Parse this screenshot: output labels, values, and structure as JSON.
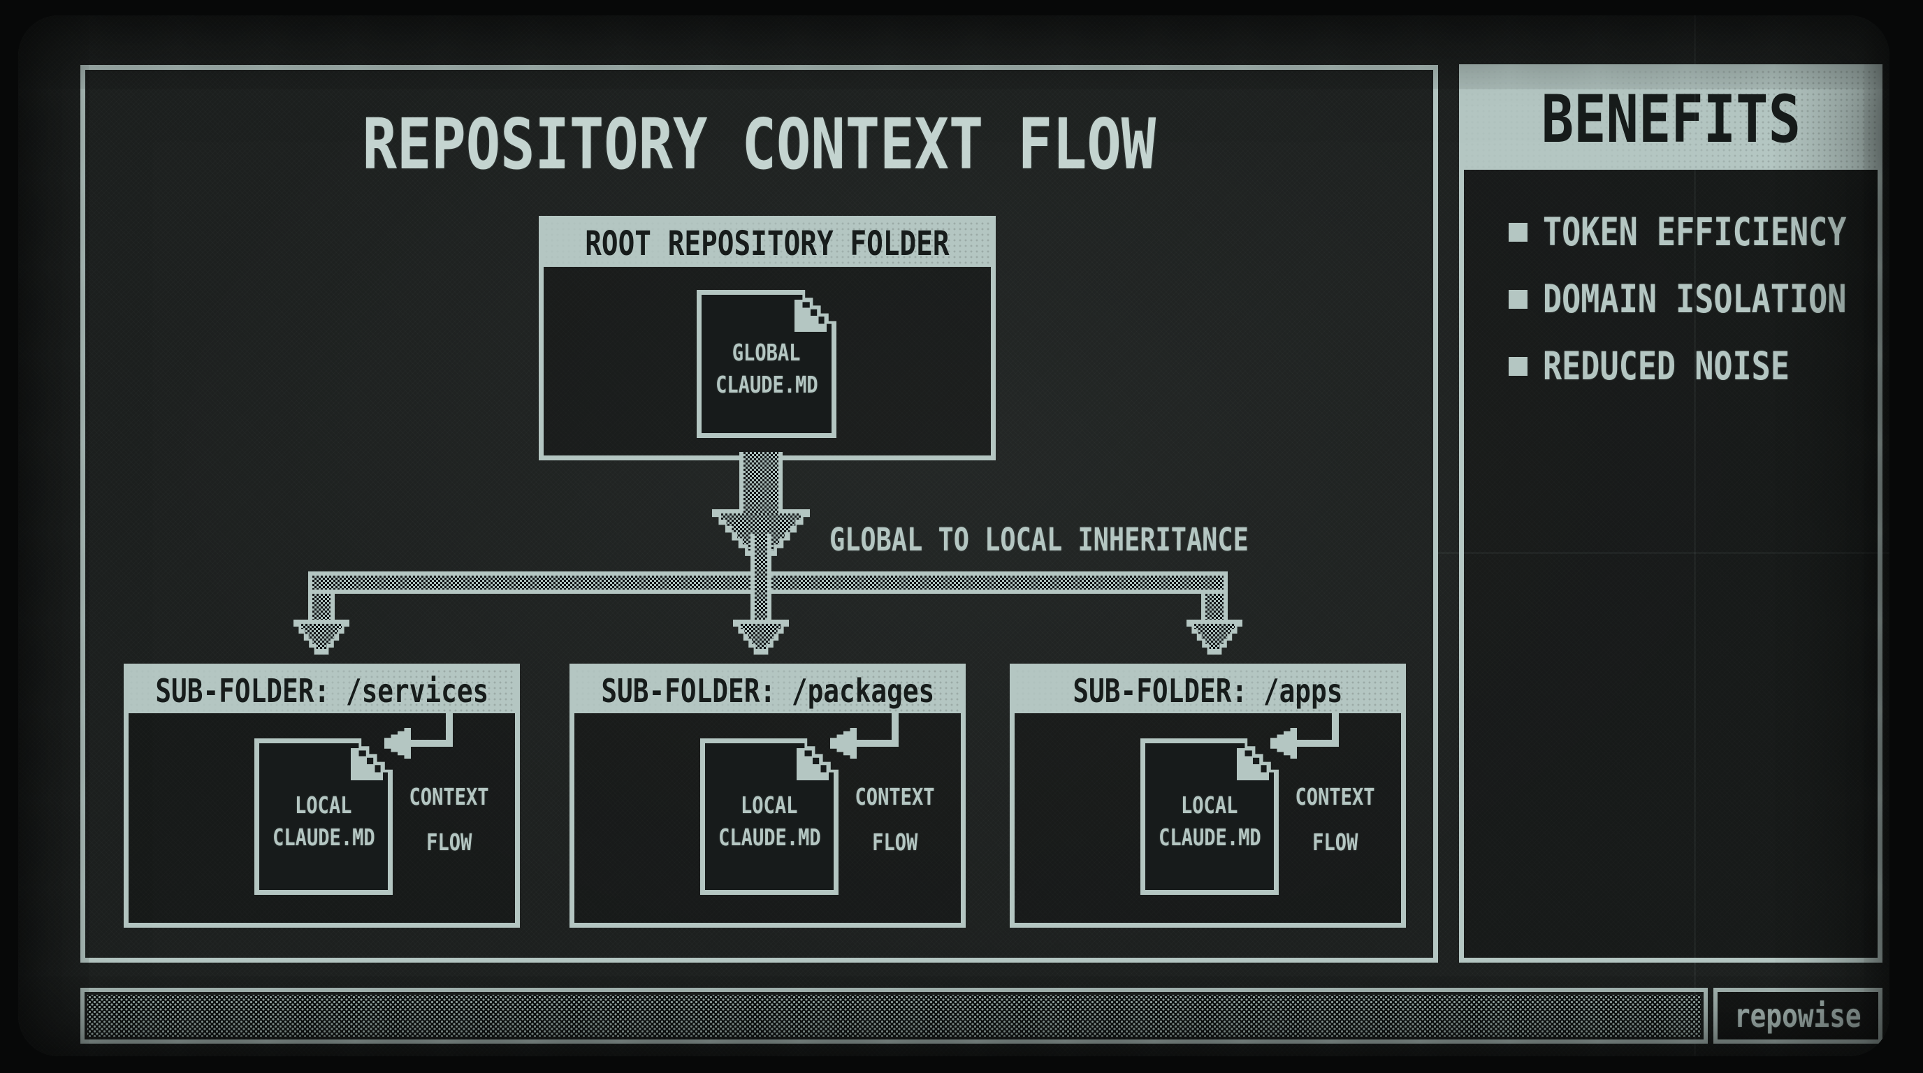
{
  "title": "REPOSITORY CONTEXT FLOW",
  "root_folder": {
    "header": "ROOT REPOSITORY FOLDER",
    "doc_line1": "GLOBAL",
    "doc_line2": "CLAUDE.MD"
  },
  "inheritance_label": "GLOBAL TO LOCAL INHERITANCE",
  "subfolders": [
    {
      "header": "SUB-FOLDER: /services",
      "doc_line1": "LOCAL",
      "doc_line2": "CLAUDE.MD",
      "flow_line1": "CONTEXT",
      "flow_line2": "FLOW"
    },
    {
      "header": "SUB-FOLDER: /packages",
      "doc_line1": "LOCAL",
      "doc_line2": "CLAUDE.MD",
      "flow_line1": "CONTEXT",
      "flow_line2": "FLOW"
    },
    {
      "header": "SUB-FOLDER: /apps",
      "doc_line1": "LOCAL",
      "doc_line2": "CLAUDE.MD",
      "flow_line1": "CONTEXT",
      "flow_line2": "FLOW"
    }
  ],
  "benefits": {
    "title": "BENEFITS",
    "items": [
      "TOKEN EFFICIENCY",
      "DOMAIN ISOLATION",
      "REDUCED NOISE"
    ]
  },
  "footer": {
    "brand": "repowise"
  },
  "colors": {
    "foreground": "#b4c6c2",
    "background": "#1d201f",
    "ink": "#171c1b"
  }
}
